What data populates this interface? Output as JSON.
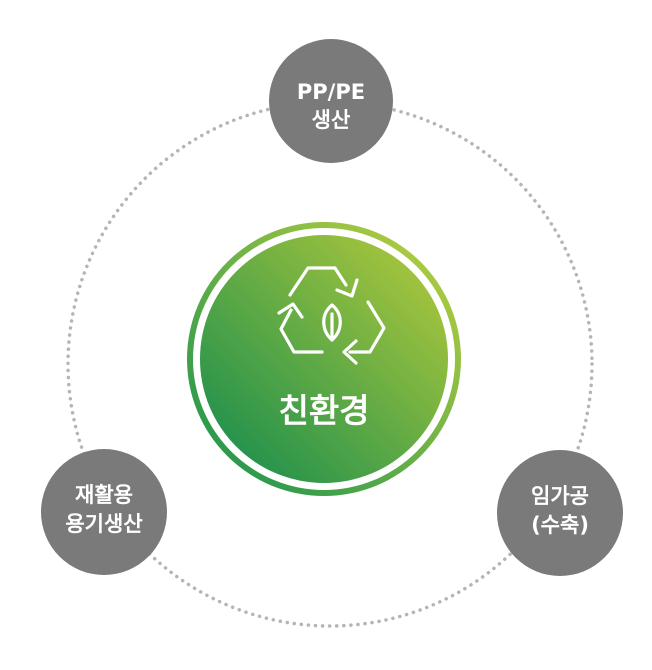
{
  "center": {
    "label": "친환경",
    "icon": "recycle-leaf-icon",
    "gradient_start": "#0e8a4f",
    "gradient_end": "#b9cc3a"
  },
  "nodes": [
    {
      "id": "top",
      "line1": "PP/PE",
      "line2": "생산"
    },
    {
      "id": "left",
      "line1": "재활용",
      "line2": "용기생산"
    },
    {
      "id": "right",
      "line1": "임가공",
      "line2": "(수축)"
    }
  ],
  "colors": {
    "node_fill": "#7a7a7a",
    "dotted_ring": "#b5b5b5"
  }
}
